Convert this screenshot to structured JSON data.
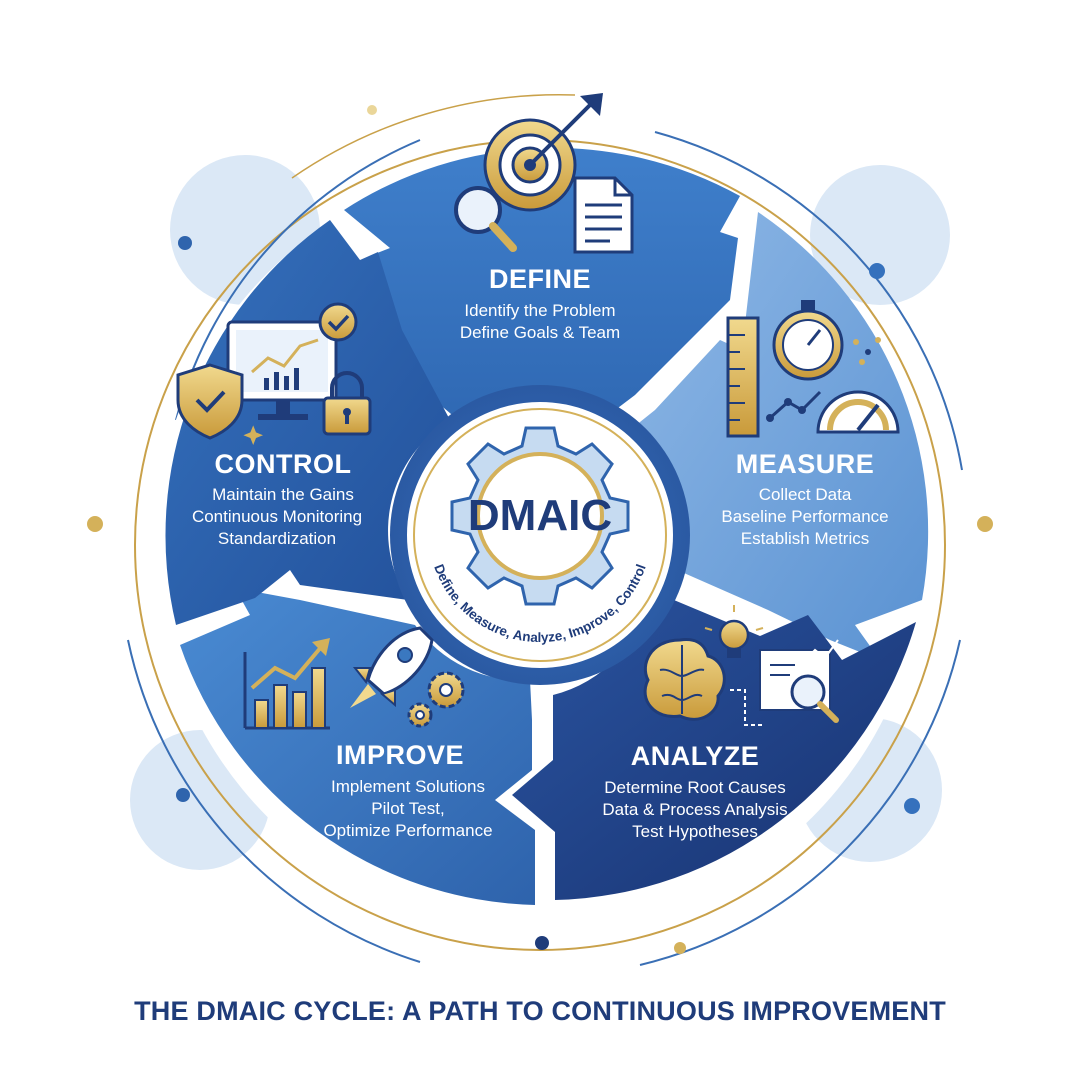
{
  "colors": {
    "define": "#3c79c4",
    "measure": "#6fa3db",
    "analyze": "#1f3c7a",
    "improve": "#3a78c0",
    "control": "#2f64ad",
    "gold": "#d4b15a",
    "navy": "#1f3c7a"
  },
  "center": {
    "title": "DMAIC",
    "ring_text": "Define, Measure, Analyze, Improve, Control"
  },
  "segments": {
    "define": {
      "title": "DEFINE",
      "lines": [
        "Identify the Problem",
        "Define Goals & Team"
      ]
    },
    "measure": {
      "title": "MEASURE",
      "lines": [
        "Collect Data",
        "Baseline Performance",
        "Establish Metrics"
      ]
    },
    "analyze": {
      "title": "ANALYZE",
      "lines": [
        "Determine Root Causes",
        "Data & Process Analysis",
        "Test Hypotheses"
      ]
    },
    "improve": {
      "title": "IMPROVE",
      "lines": [
        "Implement Solutions",
        "Pilot Test,",
        "Optimize Performance"
      ]
    },
    "control": {
      "title": "CONTROL",
      "lines": [
        "Maintain the Gains",
        "Continuous Monitoring",
        "Standardization"
      ]
    }
  },
  "icons": {
    "define": [
      "target-arrow-icon",
      "magnifier-icon",
      "document-icon"
    ],
    "measure": [
      "ruler-icon",
      "stopwatch-icon",
      "gauge-icon",
      "trend-line-icon"
    ],
    "analyze": [
      "brain-icon",
      "lightbulb-icon",
      "chart-magnifier-icon"
    ],
    "improve": [
      "growth-chart-icon",
      "rocket-icon",
      "gears-icon"
    ],
    "control": [
      "shield-check-icon",
      "monitor-chart-icon",
      "padlock-icon",
      "checkmark-badge-icon"
    ]
  },
  "footer": {
    "title_part1": "THE DMAIC CYCLE",
    "title_part2": ": A PATH TO CONTINUOUS IMPROVEMENT"
  }
}
